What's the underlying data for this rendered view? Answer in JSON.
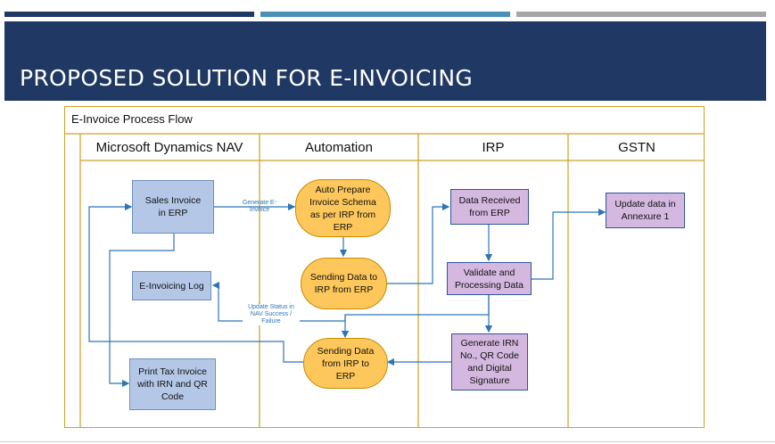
{
  "slide": {
    "title": "PROPOSED SOLUTION FOR E-INVOICING",
    "colors": {
      "banner": "#1f3864",
      "bar1": "#1f3864",
      "bar2": "#4a90b8",
      "bar3": "#a6a6a6",
      "frame": "#c9a227",
      "blue_box": "#b4c7e7",
      "purple_box": "#d5b8e0",
      "pill": "#fdc75b",
      "arrow": "#2e75b6"
    }
  },
  "flow": {
    "title": "E-Invoice Process Flow",
    "lanes": [
      "Microsoft Dynamics NAV",
      "Automation",
      "IRP",
      "GSTN"
    ],
    "nodes": {
      "sales_invoice": "Sales Invoice in ERP",
      "einvoicing_log": "E-Invoicing Log",
      "print_tax_invoice": "Print Tax Invoice with IRN and QR Code",
      "auto_prepare": "Auto Prepare Invoice Schema as per IRP from ERP",
      "sending_data_irp": "Sending Data to IRP from ERP",
      "sending_data_erp": "Sending Data from IRP to ERP",
      "data_received": "Data Received from ERP",
      "validate": "Validate and Processing Data",
      "generate_irn": "Generate IRN No., QR Code and Digital Signature",
      "update_annexure": "Update data in Annexure 1"
    },
    "edge_labels": {
      "generate": "Generate E-Invoice",
      "update_status": "Update Status in NAV Success / Failure"
    }
  }
}
